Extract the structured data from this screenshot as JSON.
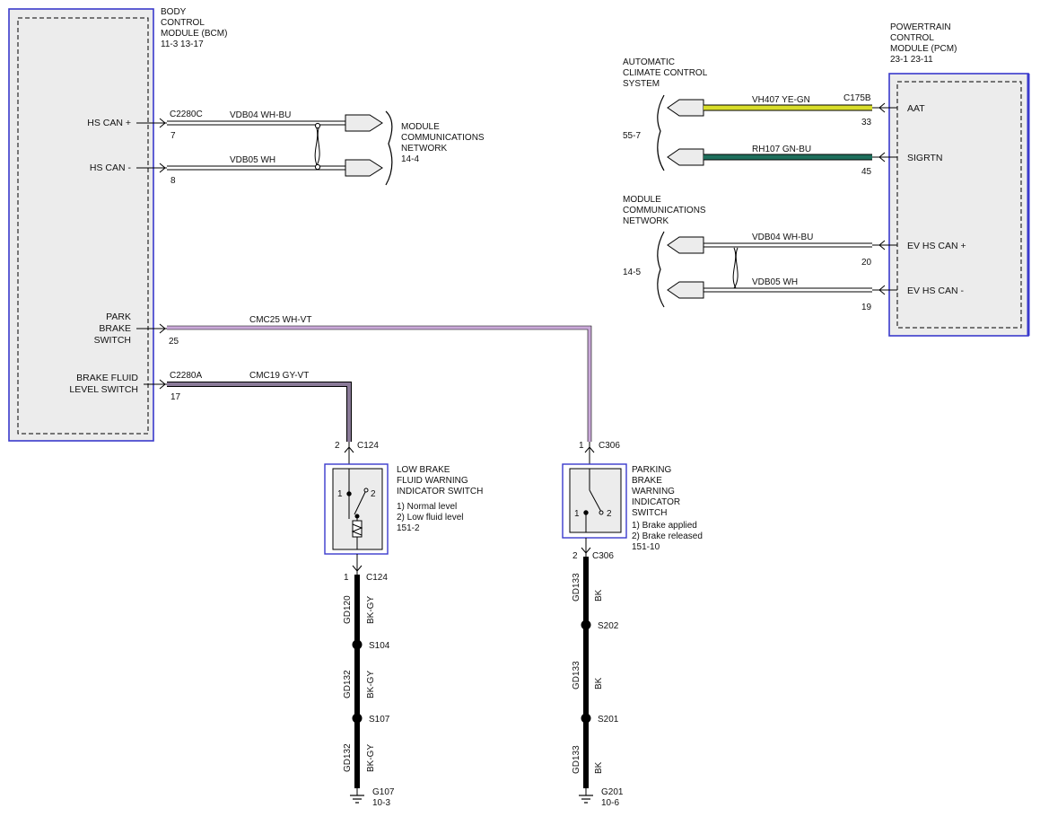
{
  "bcm": {
    "title": [
      "BODY",
      "CONTROL",
      "MODULE (BCM)"
    ],
    "refs": "11-3   13-17"
  },
  "pcm": {
    "title": [
      "POWERTRAIN",
      "CONTROL",
      "MODULE (PCM)"
    ],
    "refs": "23-1   23-11"
  },
  "bcm_pins": {
    "hs_can_plus": "HS CAN +",
    "hs_can_minus": "HS CAN -",
    "park_brake": [
      "PARK",
      "BRAKE",
      "SWITCH"
    ],
    "brake_fluid": [
      "BRAKE FLUID",
      "LEVEL SWITCH"
    ]
  },
  "pcm_pins": {
    "aat": "AAT",
    "sigrtn": "SIGRTN",
    "ev_can_plus": "EV HS CAN +",
    "ev_can_minus": "EV HS CAN -"
  },
  "wires": {
    "vdb04_left": "VDB04   WH-BU",
    "vdb05_left": "VDB05   WH",
    "cmc25": "CMC25   WH-VT",
    "cmc19": "CMC19   GY-VT",
    "vh407": "VH407   YE-GN",
    "rh107": "RH107   GN-BU",
    "vdb04_right": "VDB04   WH-BU",
    "vdb05_right": "VDB05   WH",
    "gd120": "GD120",
    "gd132_a": "GD132",
    "gd132_b": "GD132",
    "bkgy_a": "BK-GY",
    "bkgy_b": "BK-GY",
    "bkgy_c": "BK-GY",
    "gd133_a": "GD133",
    "gd133_b": "GD133",
    "gd133_c": "GD133",
    "bk_a": "BK",
    "bk_b": "BK",
    "bk_c": "BK"
  },
  "connectors": {
    "c2280c": "C2280C",
    "c2280a": "C2280A",
    "c175b": "C175B",
    "c124_top": "C124",
    "c124_bot": "C124",
    "c306_top": "C306",
    "c306_bot": "C306"
  },
  "pins": {
    "p7": "7",
    "p8": "8",
    "p25": "25",
    "p17": "17",
    "p33": "33",
    "p45": "45",
    "p20": "20",
    "p19": "19",
    "lbf_top": "2",
    "lbf_bot": "1",
    "lbf_sw1": "1",
    "lbf_sw2": "2",
    "pbw_top": "1",
    "pbw_bot": "2",
    "pbw_sw1": "1",
    "pbw_sw2": "2"
  },
  "splices": {
    "s104": "S104",
    "s107": "S107",
    "s202": "S202",
    "s201": "S201"
  },
  "grounds": {
    "g107": "G107",
    "g107_ref": "10-3",
    "g201": "G201",
    "g201_ref": "10-6"
  },
  "mcn_left": {
    "title": [
      "MODULE",
      "COMMUNICATIONS",
      "NETWORK"
    ],
    "ref": "14-4"
  },
  "mcn_right": {
    "title": [
      "MODULE",
      "COMMUNICATIONS",
      "NETWORK"
    ],
    "ref": "14-5"
  },
  "accs": {
    "title": [
      "AUTOMATIC",
      "CLIMATE CONTROL",
      "SYSTEM"
    ],
    "ref": "55-7"
  },
  "lbf_switch": {
    "title": [
      "LOW BRAKE",
      "FLUID WARNING",
      "INDICATOR SWITCH"
    ],
    "states": [
      "1) Normal level",
      "2) Low fluid level"
    ],
    "ref": "151-2"
  },
  "pbw_switch": {
    "title": [
      "PARKING",
      "BRAKE",
      "WARNING",
      "INDICATOR",
      "SWITCH"
    ],
    "states": [
      "1) Brake applied",
      "2) Brake released"
    ],
    "ref": "151-10"
  },
  "colors": {
    "module_border": "#3a3acc",
    "module_fill": "#ececec",
    "ye_gn": "#d8dd2a",
    "gn_bu": "#1e6f5c",
    "gy_vt": "#8a7a98",
    "wh_vt": "#c9a8d8",
    "bk": "#000000"
  }
}
